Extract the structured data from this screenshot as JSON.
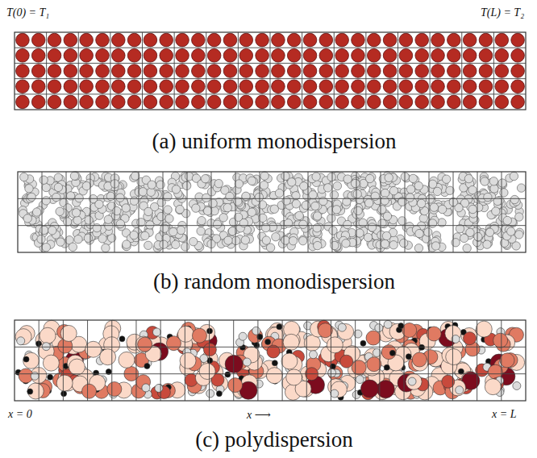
{
  "diagram": {
    "labels": [
      "T(0) = T₁",
      "T(L) = T₂",
      "(a) uniform monodispersion",
      "(b) random monodispersion",
      "(c) polydispersion",
      "x = 0",
      "x ⟶",
      "x = L"
    ]
  }
}
